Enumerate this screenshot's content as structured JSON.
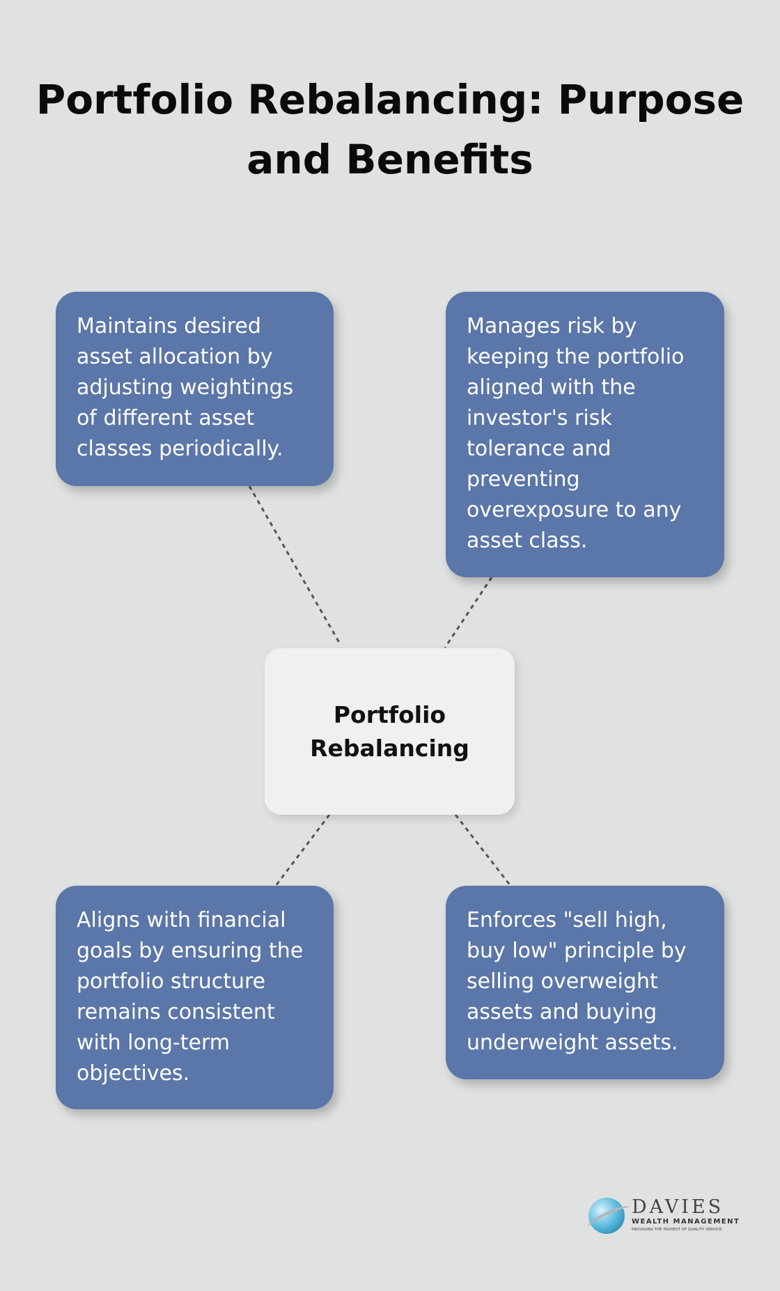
{
  "title": "Portfolio Rebalancing: Purpose and Benefits",
  "center": "Portfolio Rebalancing",
  "benefits": [
    "Maintains desired asset allocation by adjusting weightings of different asset classes periodically.",
    "Manages risk by keeping the portfolio aligned with the investor's risk tolerance and preventing overexposure to any asset class.",
    "Aligns with financial goals by ensuring the portfolio structure remains consistent with long-term objectives.",
    "Enforces \"sell high, buy low\" principle by selling overweight assets and buying underweight assets."
  ],
  "logo": {
    "name": "DAVIES",
    "subtitle": "WEALTH MANAGEMENT",
    "tagline": "PROVIDING THE HIGHEST OF QUALITY SERVICE."
  },
  "colors": {
    "background": "#e0e2e1",
    "box": "#5b76a8",
    "center": "#eff0f2"
  }
}
